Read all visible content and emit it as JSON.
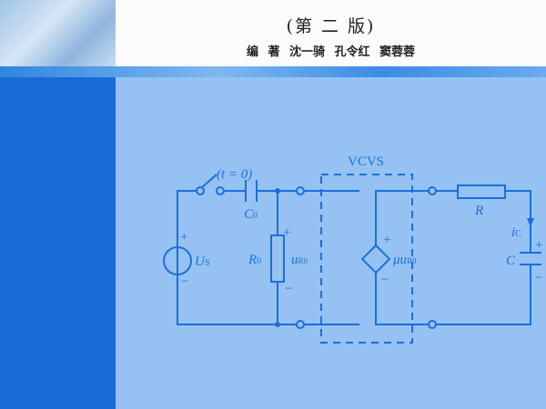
{
  "cover": {
    "edition": "(第 二 版)",
    "authors": "编 著 沈一骑 孔令红 窦蓉蓉"
  },
  "diagram": {
    "vcvs_label": "VCVS",
    "switch_label": "(t = 0)",
    "source_label": "U",
    "source_sub": "S",
    "c0_label": "C",
    "c0_sub": "0",
    "r0_label": "R",
    "r0_sub": "0",
    "ur0_label": "u",
    "ur0_sub": "R0",
    "controlled_label": "μu",
    "controlled_sub": "R0",
    "r_label": "R",
    "ic_label": "i",
    "ic_sub": "C",
    "c_label": "C",
    "plus": "+",
    "minus": "−",
    "line_color": "#1a70da"
  }
}
